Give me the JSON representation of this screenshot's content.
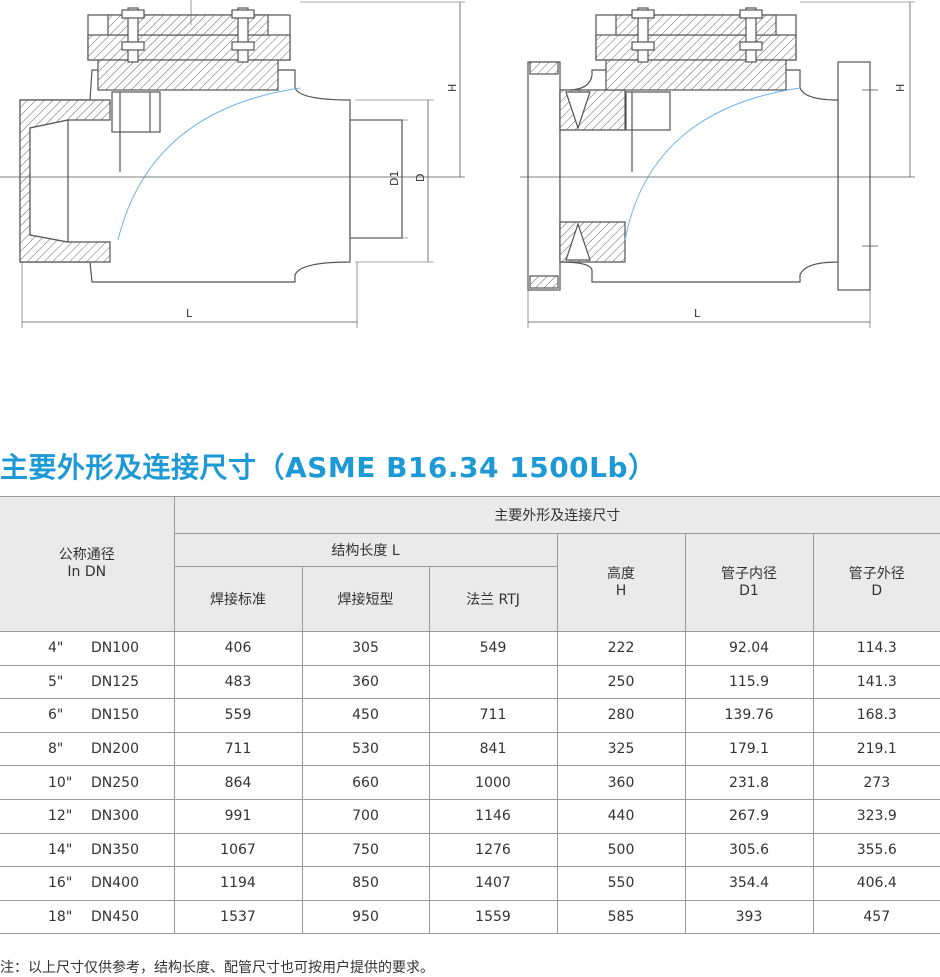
{
  "drawing": {
    "left_view": {
      "dim_H": "H",
      "dim_D1": "D1",
      "dim_D": "D",
      "dim_L": "L"
    },
    "right_view": {
      "dim_H": "H",
      "dim_L": "L"
    }
  },
  "heading": "主要外形及连接尺寸（ASME B16.34 1500Lb）",
  "table": {
    "group_header": "主要外形及连接尺寸",
    "nominal_label_1": "公称通径",
    "nominal_label_2": "In  DN",
    "length_group": "结构长度  L",
    "col_weld_std": "焊接标准",
    "col_weld_short": "焊接短型",
    "col_flange": "法兰 RTJ",
    "col_height_1": "高度",
    "col_height_2": "H",
    "col_inner_1": "管子内径",
    "col_inner_2": "D1",
    "col_outer_1": "管子外径",
    "col_outer_2": "D",
    "rows": [
      {
        "inch": "4\"",
        "dn": "DN100",
        "weld_std": "406",
        "weld_short": "305",
        "flange": "549",
        "h": "222",
        "d1": "92.04",
        "d": "114.3"
      },
      {
        "inch": "5\"",
        "dn": "DN125",
        "weld_std": "483",
        "weld_short": "360",
        "flange": "",
        "h": "250",
        "d1": "115.9",
        "d": "141.3"
      },
      {
        "inch": "6\"",
        "dn": "DN150",
        "weld_std": "559",
        "weld_short": "450",
        "flange": "711",
        "h": "280",
        "d1": "139.76",
        "d": "168.3"
      },
      {
        "inch": "8\"",
        "dn": "DN200",
        "weld_std": "711",
        "weld_short": "530",
        "flange": "841",
        "h": "325",
        "d1": "179.1",
        "d": "219.1"
      },
      {
        "inch": "10\"",
        "dn": "DN250",
        "weld_std": "864",
        "weld_short": "660",
        "flange": "1000",
        "h": "360",
        "d1": "231.8",
        "d": "273"
      },
      {
        "inch": "12\"",
        "dn": "DN300",
        "weld_std": "991",
        "weld_short": "700",
        "flange": "1146",
        "h": "440",
        "d1": "267.9",
        "d": "323.9"
      },
      {
        "inch": "14\"",
        "dn": "DN350",
        "weld_std": "1067",
        "weld_short": "750",
        "flange": "1276",
        "h": "500",
        "d1": "305.6",
        "d": "355.6"
      },
      {
        "inch": "16\"",
        "dn": "DN400",
        "weld_std": "1194",
        "weld_short": "850",
        "flange": "1407",
        "h": "550",
        "d1": "354.4",
        "d": "406.4"
      },
      {
        "inch": "18\"",
        "dn": "DN450",
        "weld_std": "1537",
        "weld_short": "950",
        "flange": "1559",
        "h": "585",
        "d1": "393",
        "d": "457"
      }
    ]
  },
  "footnote": "注：以上尺寸仅供参考，结构长度、配管尺寸也可按用户提供的要求。",
  "colors": {
    "heading": "#1d9ad6",
    "header_bg": "#eaeaea",
    "line": "#555555",
    "flow_arc": "#6fb4e6"
  }
}
